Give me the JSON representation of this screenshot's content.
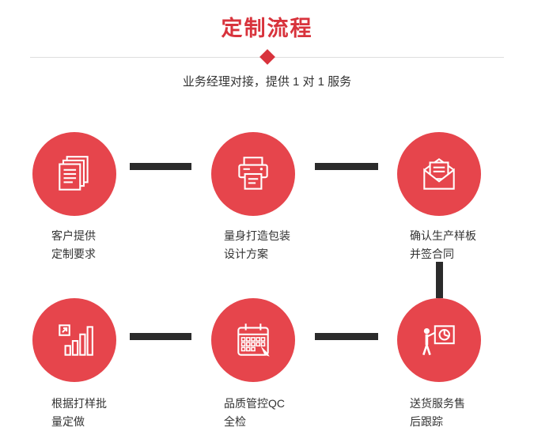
{
  "header": {
    "title": "定制流程",
    "subtitle": "业务经理对接，提供 1 对 1 服务"
  },
  "colors": {
    "accent": "#e6454c",
    "title": "#d8333c",
    "connector": "#2b2b2b",
    "divider": "#dddddd",
    "text": "#333333"
  },
  "steps": [
    {
      "icon": "documents-icon",
      "line1": "客户提供",
      "line2": "定制要求"
    },
    {
      "icon": "printer-icon",
      "line1": "量身打造包装",
      "line2": "设计方案"
    },
    {
      "icon": "envelope-icon",
      "line1": "确认生产样板",
      "line2": "并签合同"
    },
    {
      "icon": "bar-chart-icon",
      "line1": "根据打样批",
      "line2": "量定做"
    },
    {
      "icon": "calendar-icon",
      "line1": "品质管控QC",
      "line2": "全检"
    },
    {
      "icon": "presentation-icon",
      "line1": "送货服务售",
      "line2": "后跟踪"
    }
  ]
}
